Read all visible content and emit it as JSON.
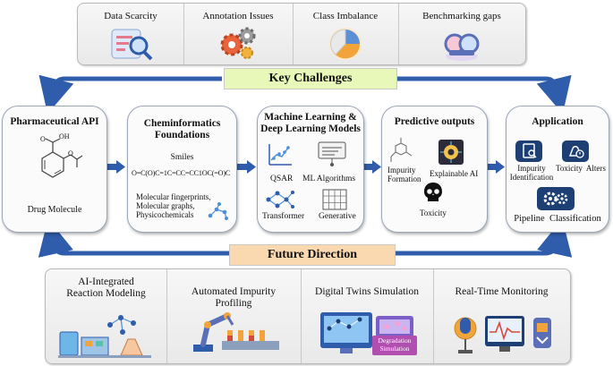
{
  "challenges": {
    "items": [
      {
        "label": "Data Scarcity",
        "icon": "magnifier-document-icon"
      },
      {
        "label": "Annotation Issues",
        "icon": "gears-icon"
      },
      {
        "label": "Class Imbalance",
        "icon": "pie-chart-icon"
      },
      {
        "label": "Benchmarking  gaps",
        "icon": "stacked-circles-icon"
      }
    ],
    "banner": "Key Challenges",
    "banner_color": "#e7f8b8"
  },
  "stages": {
    "api": {
      "title": "Pharmaceutical API",
      "oh": "OH",
      "o1": "O",
      "o2": "O",
      "caption": "Drug Molecule"
    },
    "chem": {
      "title": "Cheminformatics Foundations",
      "smiles_label": "Smiles",
      "smiles": "O=C(O)C=1C=CC=CC1OC(=O)C",
      "features": "Molecular fingerprints,\nMolecular graphs,\nPhysicochemicals"
    },
    "ml": {
      "title": "Machine Learning &\nDeep Learning Models",
      "items": [
        "QSAR",
        "ML Algorithms",
        "Transformer",
        "Generative"
      ]
    },
    "pred": {
      "title": "Predictive outputs",
      "impurity": "Impurity\nFormation",
      "xai": "Explainable AI",
      "toxicity": "Toxicity"
    },
    "app": {
      "title": "Application",
      "impurity_id": "Impurity\nIdentification",
      "tox_alerts": "Toxicity  Alters",
      "pipeline": "Pipeline  Classification"
    }
  },
  "future": {
    "banner": "Future Direction",
    "banner_color": "#fbd9b0",
    "items": [
      {
        "label": "AI-Integrated\nReaction Modeling",
        "icon": "lab-equipment-icon"
      },
      {
        "label": "Automated Impurity\nProfiling",
        "icon": "robot-arm-icon"
      },
      {
        "label": "Digital Twins Simulation",
        "sublabel": "Degradation\nSimulation",
        "icon": "digital-twin-monitor-icon"
      },
      {
        "label": "Real-Time Monitoring",
        "icon": "monitoring-devices-icon"
      }
    ]
  },
  "colors": {
    "arrow": "#2f5cab",
    "icon_tile": "#1e3f74"
  }
}
